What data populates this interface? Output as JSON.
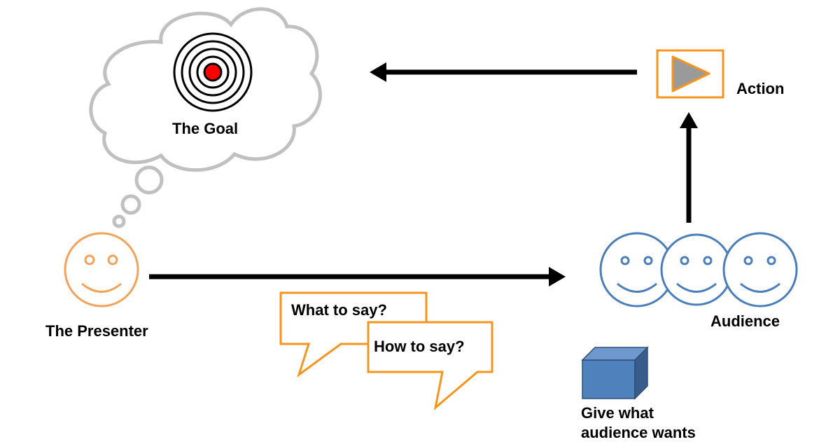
{
  "labels": {
    "goal": "The Goal",
    "action": "Action",
    "presenter": "The Presenter",
    "audience": "Audience",
    "what_to_say": "What to say?",
    "how_to_say": "How to say?",
    "give_line1": "Give what",
    "give_line2": "audience wants"
  },
  "colors": {
    "presenter": "#f4a259",
    "audience": "#4a7ebb",
    "cloud": "#bfbfbf",
    "arrow": "#000000",
    "target_center": "#ff0000",
    "play_frame": "#f7941d",
    "play_triangle": "#9a9a9a",
    "cube_front": "#4f81bd",
    "cube_side": "#385d8a",
    "cube_top": "#6f98cf"
  },
  "icons": {
    "goal": "target-icon",
    "action": "play-icon",
    "presenter": "smiley-face-icon",
    "audience": "smiley-face-icon",
    "gift": "cube-icon"
  }
}
